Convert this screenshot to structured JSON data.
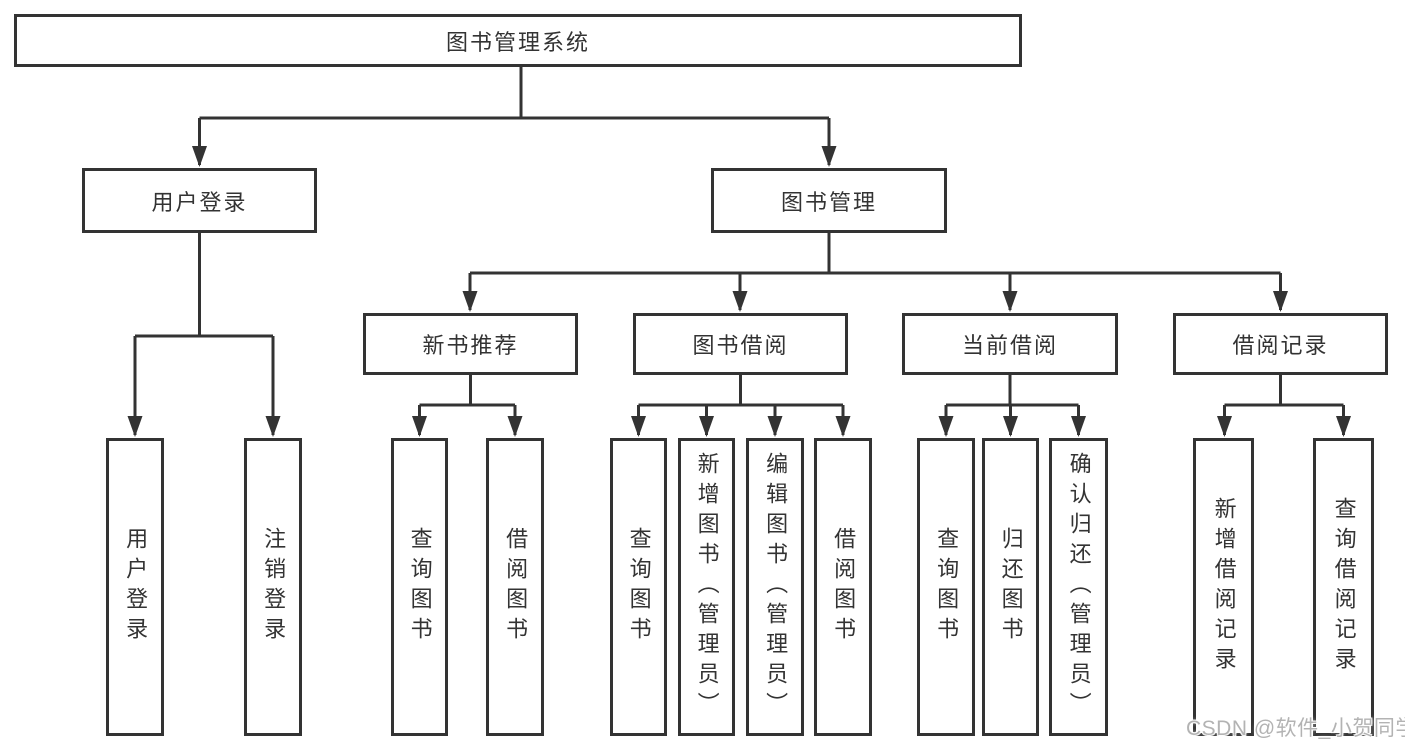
{
  "nodes": {
    "root": "图书管理系统",
    "level2": [
      "用户登录",
      "图书管理"
    ],
    "level3": [
      "新书推荐",
      "图书借阅",
      "当前借阅",
      "借阅记录"
    ],
    "leaves": {
      "login": [
        "用户登录",
        "注销登录"
      ],
      "newbook": [
        "查询图书",
        "借阅图书"
      ],
      "borrow": [
        "查询图书",
        "新增图书（管理员）",
        "编辑图书（管理员）",
        "借阅图书"
      ],
      "current": [
        "查询图书",
        "归还图书",
        "确认归还（管理员）"
      ],
      "records": [
        "新增借阅记录",
        "查询借阅记录"
      ]
    }
  },
  "watermark": "CSDN @软件_小贺同学",
  "colors": {
    "line": "#333333",
    "text": "#333333",
    "box_background": "#ffffff",
    "watermark": "#b3b3b3",
    "background": "#ffffff"
  }
}
